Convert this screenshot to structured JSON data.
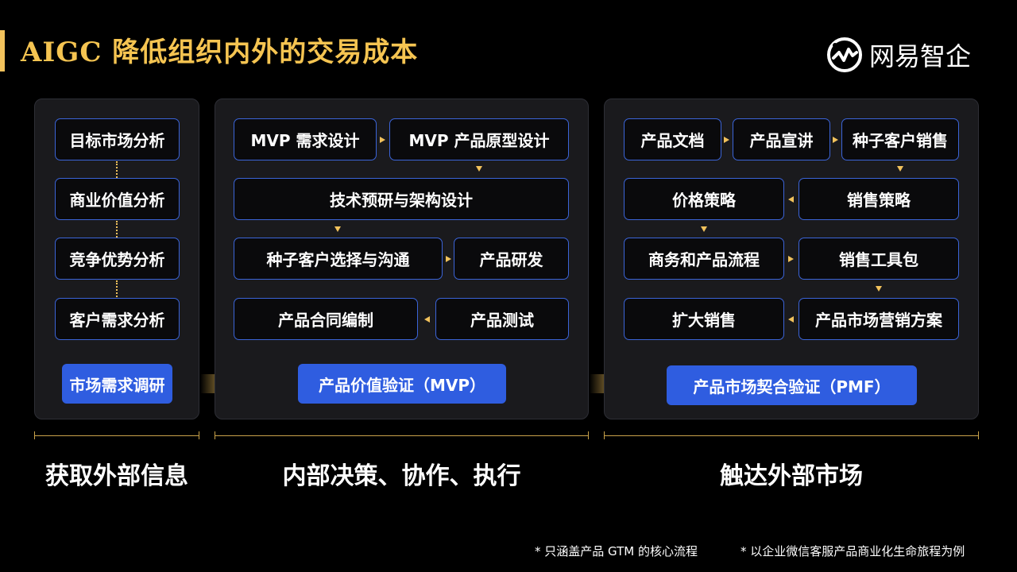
{
  "title": "AIGC  降低组织内外的交易成本",
  "logo": {
    "text": "网易智企",
    "icon": "netease-logo-icon"
  },
  "colors": {
    "accent": "#f2c25c",
    "node_border": "#3b64d8",
    "pill": "#2f5de0",
    "panel": "#1a1a1d"
  },
  "panel1": {
    "nodes": [
      "目标市场分析",
      "商业价值分析",
      "竞争优势分析",
      "客户需求分析"
    ],
    "stage": "市场需求调研"
  },
  "panel2": {
    "mvp_req": "MVP  需求设计",
    "mvp_proto": "MVP  产品原型设计",
    "tech": "技术预研与架构设计",
    "seed": "种子客户选择与沟通",
    "dev": "产品研发",
    "contract": "产品合同编制",
    "test": "产品测试",
    "stage": "产品价值验证（MVP）"
  },
  "panel3": {
    "doc": "产品文档",
    "pitch": "产品宣讲",
    "seed_sales": "种子客户销售",
    "price": "价格策略",
    "sales_strategy": "销售策略",
    "biz_flow": "商务和产品流程",
    "toolkit": "销售工具包",
    "expand": "扩大销售",
    "marketing": "产品市场营销方案",
    "stage": "产品市场契合验证（PMF）"
  },
  "sections": [
    "获取外部信息",
    "内部决策、协作、执行",
    "触达外部市场"
  ],
  "footnotes": [
    "*  只涵盖产品  GTM  的核心流程",
    "*  以企业微信客服产品商业化生命旅程为例"
  ]
}
